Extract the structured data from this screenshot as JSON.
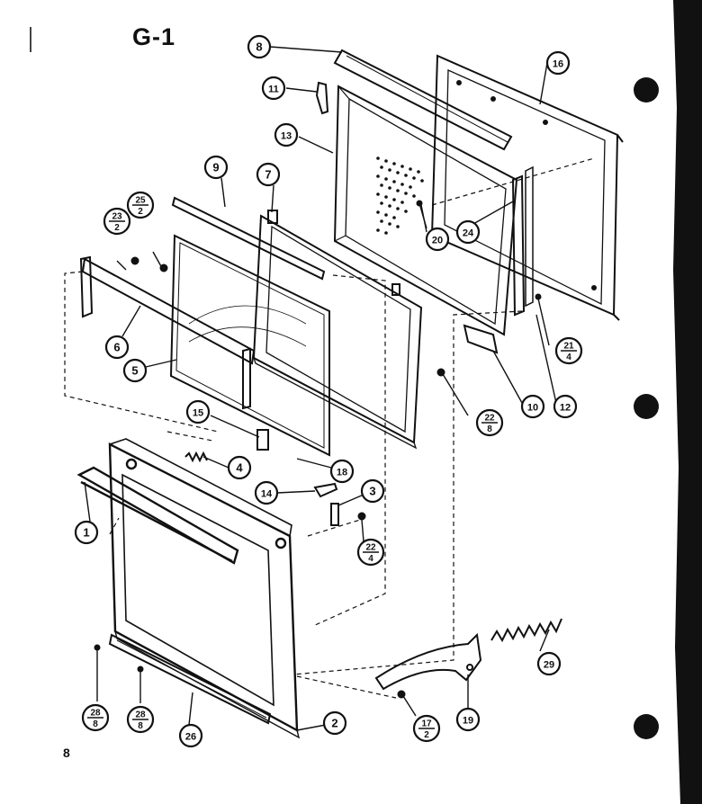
{
  "title": "G-1",
  "page_number": "8",
  "callouts": [
    {
      "id": "c8a",
      "num": "8"
    },
    {
      "id": "c16",
      "num": "16"
    },
    {
      "id": "c11",
      "num": "11"
    },
    {
      "id": "c13",
      "num": "13"
    },
    {
      "id": "c9",
      "num": "9"
    },
    {
      "id": "c7",
      "num": "7"
    },
    {
      "id": "c20",
      "num": "20"
    },
    {
      "id": "c24",
      "num": "24"
    },
    {
      "id": "c6",
      "num": "6"
    },
    {
      "id": "c5",
      "num": "5"
    },
    {
      "id": "c10",
      "num": "10"
    },
    {
      "id": "c12",
      "num": "12"
    },
    {
      "id": "c15",
      "num": "15"
    },
    {
      "id": "c4",
      "num": "4"
    },
    {
      "id": "c18",
      "num": "18"
    },
    {
      "id": "c14",
      "num": "14"
    },
    {
      "id": "c3",
      "num": "3"
    },
    {
      "id": "c1",
      "num": "1"
    },
    {
      "id": "c29",
      "num": "29"
    },
    {
      "id": "c19",
      "num": "19"
    },
    {
      "id": "c2",
      "num": "2"
    },
    {
      "id": "c26",
      "num": "26"
    }
  ],
  "fractions": [
    {
      "id": "f25_2",
      "top": "25",
      "bottom": "2"
    },
    {
      "id": "f23_2",
      "top": "23",
      "bottom": "2"
    },
    {
      "id": "f21_4",
      "top": "21",
      "bottom": "4"
    },
    {
      "id": "f22_8",
      "top": "22",
      "bottom": "8"
    },
    {
      "id": "f22_4",
      "top": "22",
      "bottom": "4"
    },
    {
      "id": "f28_8a",
      "top": "28",
      "bottom": "8"
    },
    {
      "id": "f28_8b",
      "top": "28",
      "bottom": "8"
    },
    {
      "id": "f17_2",
      "top": "17",
      "bottom": "2"
    }
  ]
}
